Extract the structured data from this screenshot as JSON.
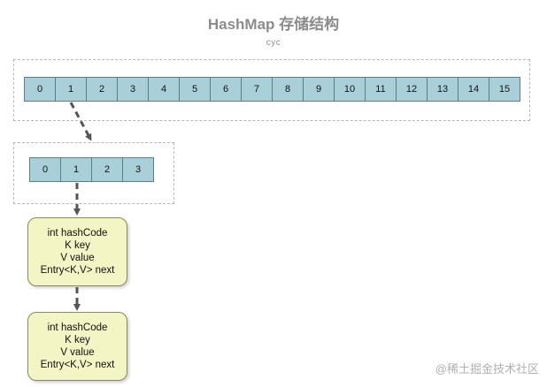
{
  "header": {
    "title": "HashMap 存储结构",
    "subtitle": "cyc"
  },
  "main_array": {
    "cells": [
      "0",
      "1",
      "2",
      "3",
      "4",
      "5",
      "6",
      "7",
      "8",
      "9",
      "10",
      "11",
      "12",
      "13",
      "14",
      "15"
    ]
  },
  "sub_array": {
    "cells": [
      "0",
      "1",
      "2",
      "3"
    ]
  },
  "entries": [
    {
      "line1": "int hashCode",
      "line2": "K key",
      "line3": "V value",
      "line4": "Entry<K,V> next"
    },
    {
      "line1": "int hashCode",
      "line2": "K key",
      "line3": "V value",
      "line4": "Entry<K,V> next"
    }
  ],
  "watermark": "@稀土掘金技术社区",
  "colors": {
    "cell_fill": "#a9d0d9",
    "entry_fill": "#f3f5c4",
    "arrow": "#555555"
  }
}
